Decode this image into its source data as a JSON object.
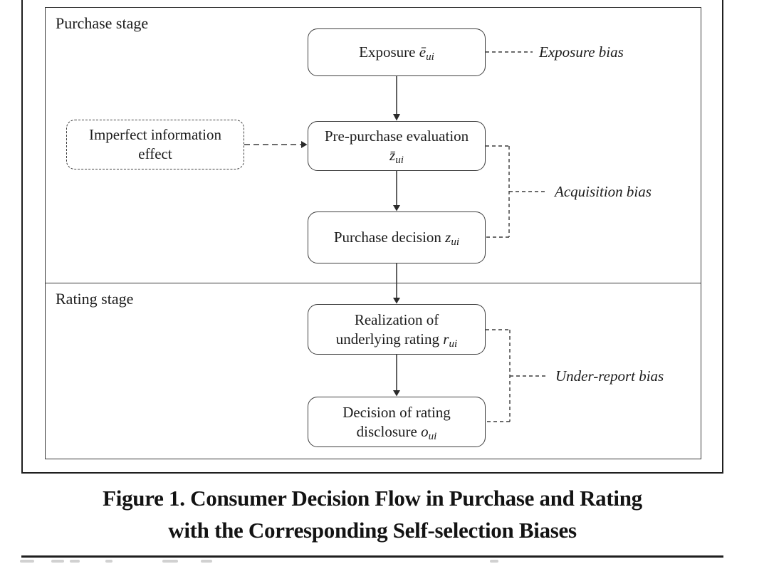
{
  "figure": {
    "stages": {
      "purchase": {
        "label": "Purchase stage"
      },
      "rating": {
        "label": "Rating stage"
      }
    },
    "nodes": {
      "exposure": {
        "text": "Exposure ",
        "symbol": "ē",
        "subscript": "ui"
      },
      "pre_purchase": {
        "line1": "Pre-purchase evaluation",
        "symbol": "z̄",
        "subscript": "ui"
      },
      "purchase_decision": {
        "text": "Purchase decision ",
        "symbol": "z",
        "subscript": "ui"
      },
      "realization": {
        "line1": "Realization of",
        "line2": "underlying rating ",
        "symbol": "r",
        "subscript": "ui"
      },
      "disclosure": {
        "line1": "Decision of rating",
        "line2": "disclosure ",
        "symbol": "o",
        "subscript": "ui"
      },
      "effect": {
        "line1": "Imperfect information",
        "line2": "effect"
      }
    },
    "bias_labels": {
      "exposure": "Exposure bias",
      "acquisition": "Acquisition bias",
      "under_report": "Under-report bias"
    }
  },
  "caption": {
    "line1": "Figure 1. Consumer Decision Flow in Purchase and Rating",
    "line2": "with the Corresponding Self-selection Biases"
  },
  "colors": {
    "ink": "#1c1c1c",
    "box_border": "#3f3f3f",
    "frame": "#1f1f1f",
    "background": "#ffffff"
  }
}
